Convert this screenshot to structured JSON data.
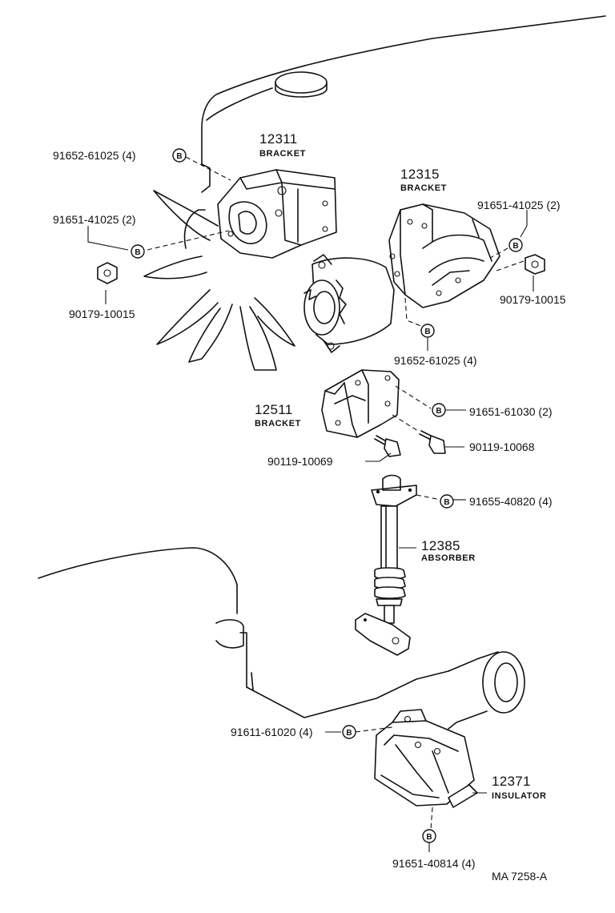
{
  "callouts": {
    "bolt_symbol": "B",
    "bracket_12311": {
      "number": "12311",
      "name": "BRACKET"
    },
    "bracket_12315": {
      "number": "12315",
      "name": "BRACKET"
    },
    "bracket_12511": {
      "number": "12511",
      "name": "BRACKET"
    },
    "absorber_12385": {
      "number": "12385",
      "name": "ABSORBER"
    },
    "insulator_12371": {
      "number": "12371",
      "name": "INSULATOR"
    }
  },
  "part_numbers": {
    "p1": "91652-61025 (4)",
    "p2": "91651-41025 (2)",
    "p3": "90179-10015",
    "p4": "91651-41025 (2)",
    "p5": "90179-10015",
    "p6": "91652-61025 (4)",
    "p7": "91651-61030 (2)",
    "p8": "90119-10068",
    "p9": "90119-10069",
    "p10": "91655-40820 (4)",
    "p11": "91611-61020 (4)",
    "p12": "91651-40814 (4)"
  },
  "figure_code": "MA  7258-A"
}
